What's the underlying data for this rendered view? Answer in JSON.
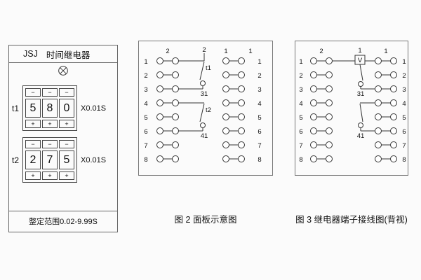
{
  "page": {
    "bg": "#fbfbfb",
    "line_color": "#333333"
  },
  "panel": {
    "brand": "JSJ",
    "title": "时间继电器",
    "lamp_icon": "circled-x-indicator-lamp",
    "minus_label": "−",
    "plus_label": "+",
    "wheels": [
      {
        "label": "t1",
        "digits": [
          "5",
          "8",
          "0"
        ],
        "unit": "X0.01S"
      },
      {
        "label": "t2",
        "digits": [
          "2",
          "7",
          "5"
        ],
        "unit": "X0.01S"
      }
    ],
    "range_text": "整定范围0.02-9.99S"
  },
  "fig2": {
    "caption": "图 2  面板示意图",
    "top_labels": [
      "2",
      "2",
      "1",
      "1"
    ],
    "left_rows": [
      "1",
      "2",
      "3",
      "4",
      "5",
      "6",
      "7",
      "8"
    ],
    "right_rows": [
      "1",
      "2",
      "3",
      "4",
      "5",
      "6",
      "7",
      "8"
    ],
    "contact1": {
      "label": "t1",
      "terminal": "31"
    },
    "contact2": {
      "label": "t2",
      "terminal": "41"
    }
  },
  "fig3": {
    "caption": "图 3  继电器端子接线图(背视)",
    "top_left_label": "2",
    "coil_top_label": "1",
    "coil_symbol": "V",
    "top_right_label": "1",
    "left_rows": [
      "1",
      "2",
      "3",
      "4",
      "5",
      "6",
      "7",
      "8"
    ],
    "right_rows": [
      "1",
      "2",
      "3",
      "4",
      "5",
      "6",
      "7",
      "8"
    ],
    "contact1_terminal": "31",
    "contact2_terminal": "41"
  }
}
